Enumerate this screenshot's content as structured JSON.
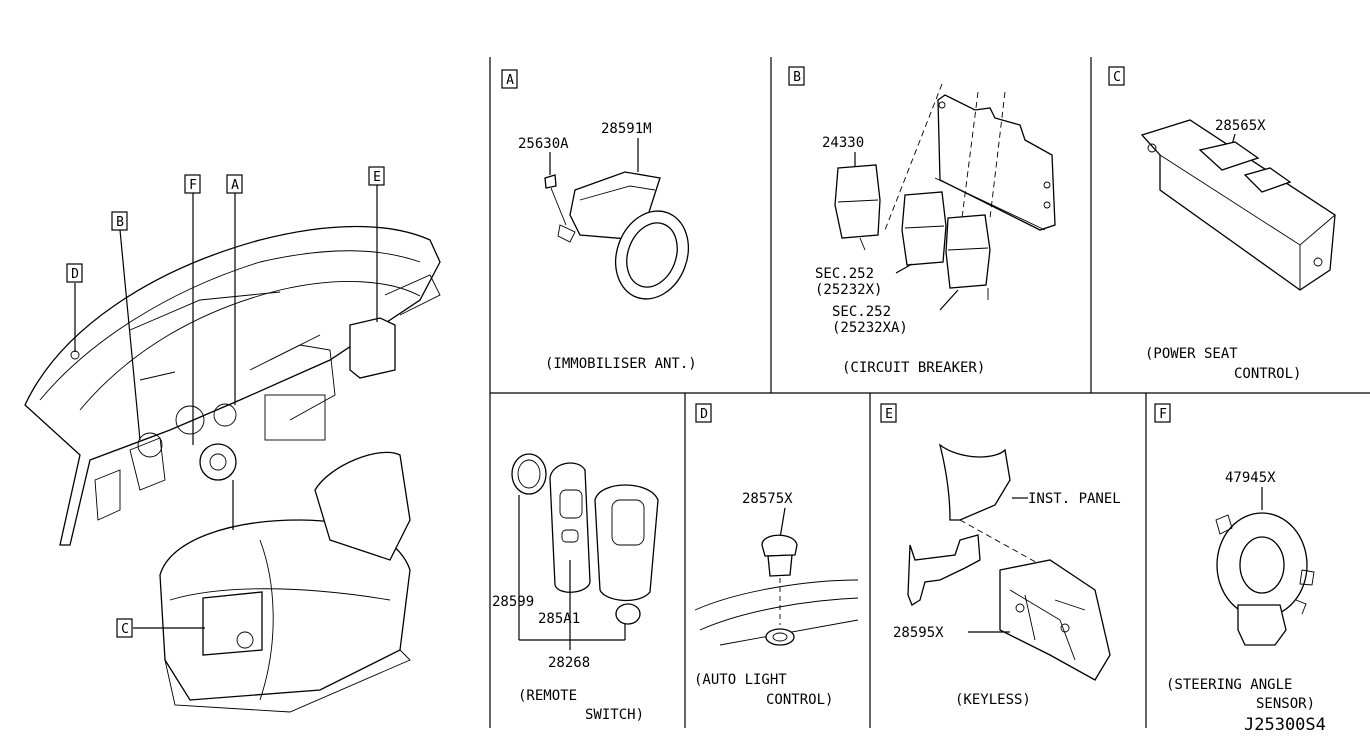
{
  "overview": {
    "callouts": [
      "D",
      "B",
      "F",
      "A",
      "E",
      "C"
    ]
  },
  "panels": {
    "A": {
      "letter": "A",
      "caption": "(IMMOBILISER ANT.)",
      "parts": [
        "25630A",
        "28591M"
      ]
    },
    "B": {
      "letter": "B",
      "caption": "(CIRCUIT BREAKER)",
      "parts": [
        "24330",
        "SEC.252",
        "(25232X)",
        "SEC.252",
        "(25232XA)"
      ]
    },
    "C": {
      "letter": "C",
      "caption_1": "(POWER SEAT",
      "caption_2": "CONTROL)",
      "parts": [
        "28565X"
      ]
    },
    "R": {
      "caption_1": "(REMOTE",
      "caption_2": "SWITCH)",
      "parts": [
        "28599",
        "285A1",
        "28268"
      ]
    },
    "D": {
      "letter": "D",
      "caption_1": "(AUTO LIGHT",
      "caption_2": "CONTROL)",
      "parts": [
        "28575X"
      ]
    },
    "E": {
      "letter": "E",
      "caption": "(KEYLESS)",
      "parts": [
        "INST. PANEL",
        "28595X"
      ]
    },
    "F": {
      "letter": "F",
      "caption_1": "(STEERING ANGLE",
      "caption_2": "SENSOR)",
      "parts": [
        "47945X"
      ]
    }
  },
  "drawing_id": "J25300S4"
}
